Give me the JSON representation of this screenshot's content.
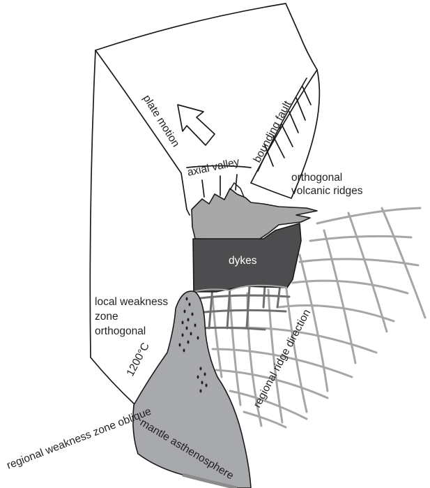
{
  "labels": {
    "plate_motion": "plate motion",
    "bounding_fault": "bounding fault",
    "axial_valley": "axial valley",
    "orthogonal_volcanic_ridges_line1": "orthogonal",
    "orthogonal_volcanic_ridges_line2": "volcanic ridges",
    "dykes": "dykes",
    "local_weakness_line1": "local weakness",
    "local_weakness_line2": "zone",
    "local_weakness_line3": "orthogonal",
    "temperature": "1200°C",
    "regional_ridge_direction": "regional ridge direction",
    "regional_weakness_zone": "regional weakness zone oblique",
    "mantle_asthenosphere": "mantle asthenosphere"
  },
  "colors": {
    "outline": "#1a1a1a",
    "dykes_fill": "#4d4d4f",
    "volcanic_fill": "#a8a8a8",
    "mantle_fill": "#a7a9ac",
    "grid_light": "#a6a6a6",
    "grid_dark": "#6e6e6e",
    "dots": "#231f20"
  }
}
